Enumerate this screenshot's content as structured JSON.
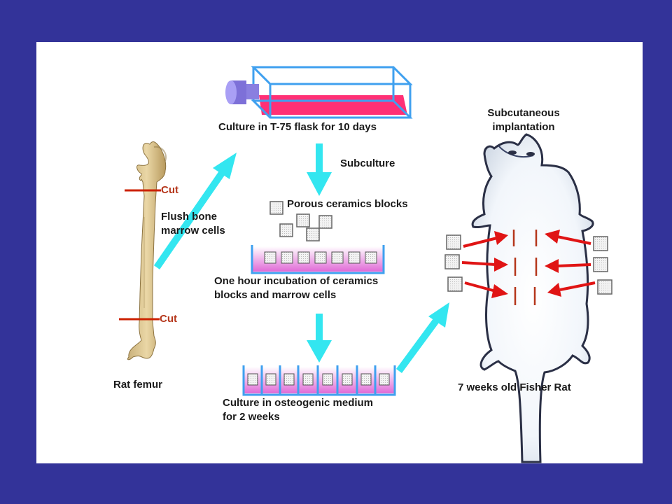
{
  "colors": {
    "background": "#333399",
    "panel": "#ffffff",
    "arrow": "#33e6f0",
    "cut_line": "#cc2200",
    "incision": "#b5361b",
    "medium": "#ff1a66",
    "flask_outline": "#3fa0ef"
  },
  "labels": {
    "flask": "Culture in T-75 flask for 10 days",
    "subculture": "Subculture",
    "ceramics": "Porous ceramics blocks",
    "incubation_line1": "One hour incubation of ceramics",
    "incubation_line2": "blocks and marrow cells",
    "osteo_line1": "Culture in osteogenic medium",
    "osteo_line2": "for 2 weeks",
    "flush_line1": "Flush bone",
    "flush_line2": "marrow cells",
    "cut_top": "Cut",
    "cut_bottom": "Cut",
    "femur": "Rat femur",
    "implant_line1": "Subcutaneous",
    "implant_line2": "implantation",
    "rat": "7 weeks old Fisher Rat"
  },
  "icons": [
    "bone-icon",
    "flask-icon",
    "ceramic-block-icon",
    "culture-dish-icon",
    "rat-icon",
    "arrow-icon"
  ]
}
